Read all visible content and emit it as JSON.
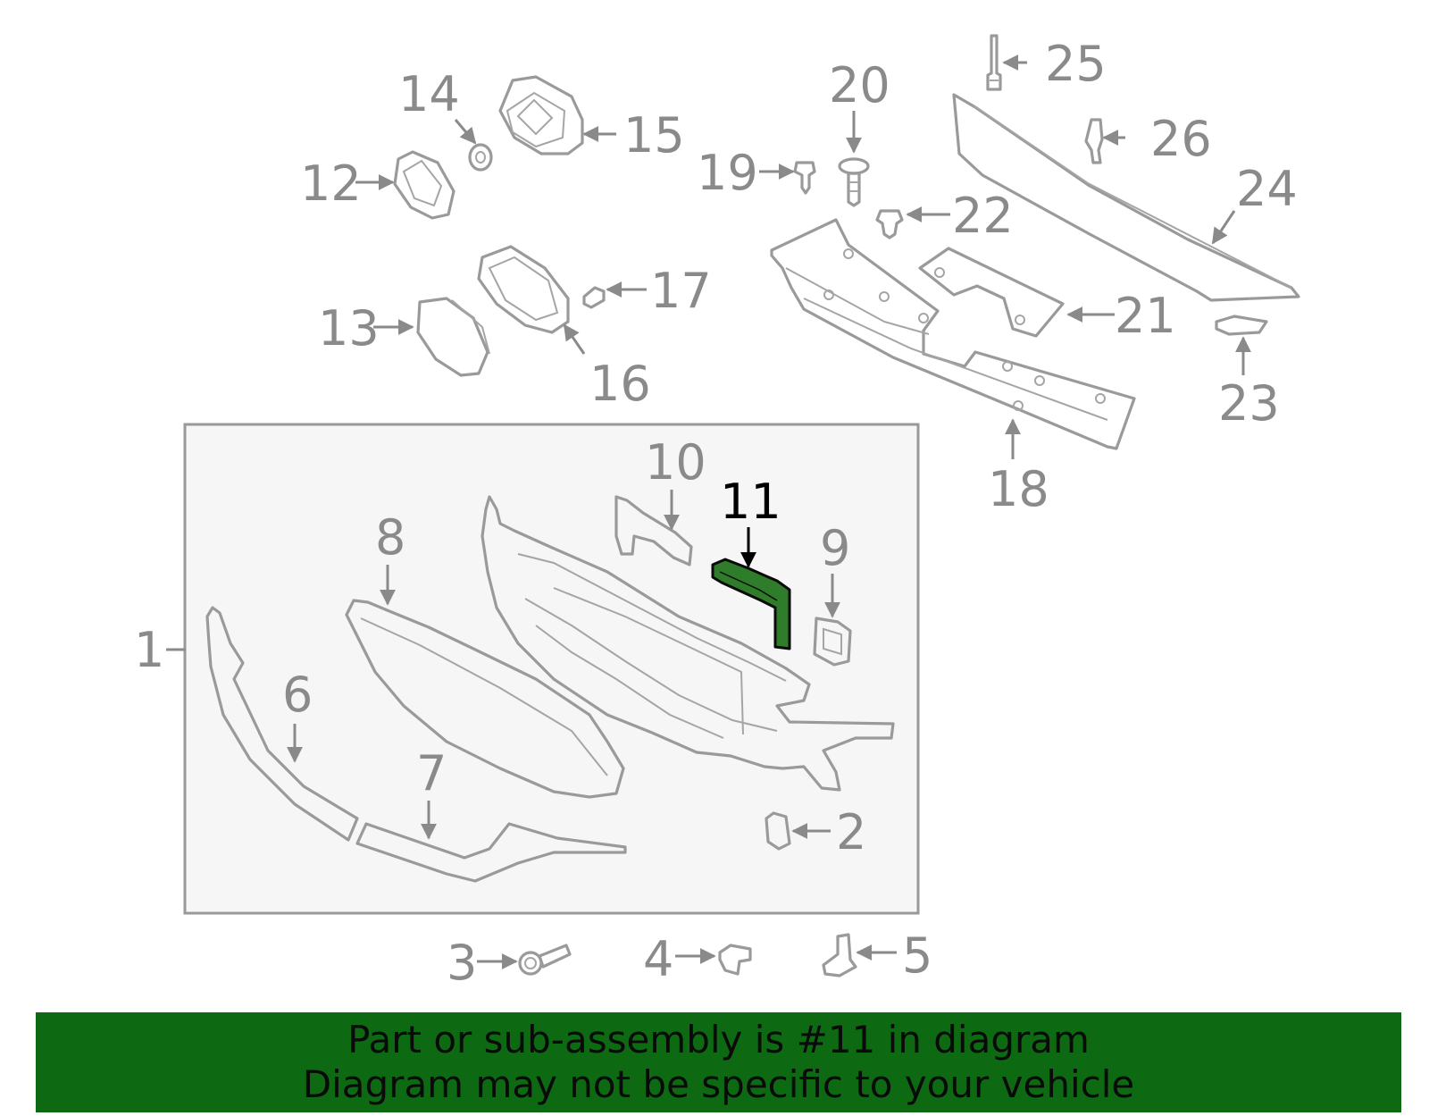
{
  "diagram": {
    "callouts": [
      {
        "id": "1",
        "text": "1"
      },
      {
        "id": "2",
        "text": "2"
      },
      {
        "id": "3",
        "text": "3"
      },
      {
        "id": "4",
        "text": "4"
      },
      {
        "id": "5",
        "text": "5"
      },
      {
        "id": "6",
        "text": "6"
      },
      {
        "id": "7",
        "text": "7"
      },
      {
        "id": "8",
        "text": "8"
      },
      {
        "id": "9",
        "text": "9"
      },
      {
        "id": "10",
        "text": "10"
      },
      {
        "id": "11",
        "text": "11"
      },
      {
        "id": "12",
        "text": "12"
      },
      {
        "id": "13",
        "text": "13"
      },
      {
        "id": "14",
        "text": "14"
      },
      {
        "id": "15",
        "text": "15"
      },
      {
        "id": "16",
        "text": "16"
      },
      {
        "id": "17",
        "text": "17"
      },
      {
        "id": "18",
        "text": "18"
      },
      {
        "id": "19",
        "text": "19"
      },
      {
        "id": "20",
        "text": "20"
      },
      {
        "id": "21",
        "text": "21"
      },
      {
        "id": "22",
        "text": "22"
      },
      {
        "id": "23",
        "text": "23"
      },
      {
        "id": "24",
        "text": "24"
      },
      {
        "id": "25",
        "text": "25"
      },
      {
        "id": "26",
        "text": "26"
      }
    ],
    "highlighted_part": "11",
    "colors": {
      "highlight_fill": "#2f7d2a",
      "part_stroke": "#9a9a9a",
      "label_gray": "#8a8a8a",
      "box_fill": "#f6f6f6",
      "banner_bg": "#0d6a12"
    }
  },
  "banner": {
    "line1": "Part or sub-assembly is #11 in diagram",
    "line2": "Diagram may not be specific to your vehicle"
  }
}
